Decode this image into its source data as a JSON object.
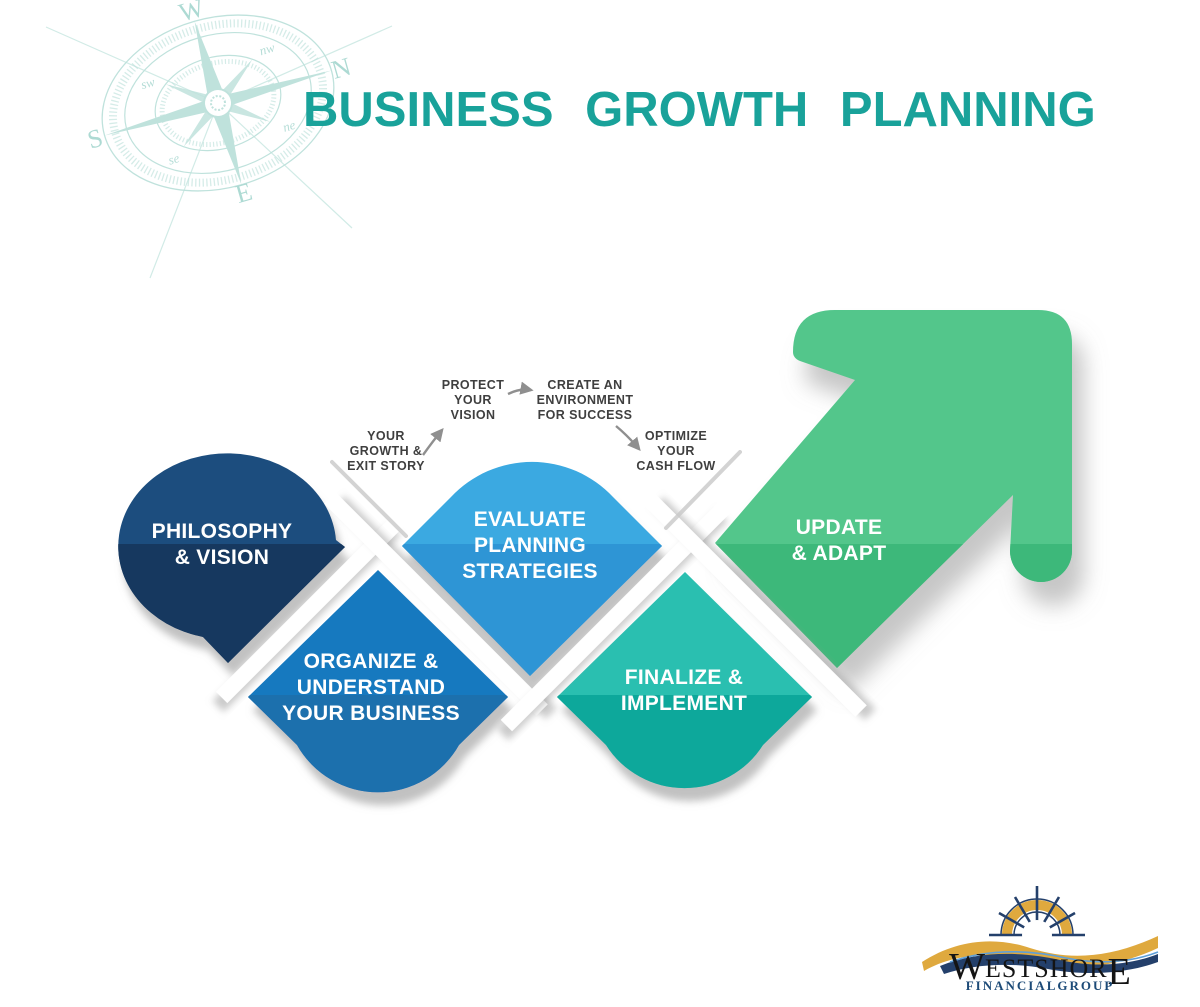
{
  "title": {
    "text": "BUSINESS GROWTH PLANNING",
    "color": "#19A29A"
  },
  "compass": {
    "color": "#B9DFD9",
    "cardinals": [
      "W",
      "S",
      "N",
      "E"
    ],
    "intercardinals": [
      "nw",
      "ne",
      "sw",
      "se"
    ]
  },
  "steps": [
    {
      "name": "philosophy-vision",
      "lines": [
        "PHILOSOPHY",
        "& VISION"
      ],
      "color_top": "#1D4E7E",
      "color_bottom": "#12395F"
    },
    {
      "name": "organize-understand",
      "lines": [
        "ORGANIZE &",
        "UNDERSTAND",
        "YOUR BUSINESS"
      ],
      "color_top": "#1879BF",
      "color_bottom": "#1F6FAD"
    },
    {
      "name": "evaluate-strategies",
      "lines": [
        "EVALUATE",
        "PLANNING",
        "STRATEGIES"
      ],
      "color_top": "#3AA9E1",
      "color_bottom": "#2E95D5"
    },
    {
      "name": "finalize-implement",
      "lines": [
        "FINALIZE &",
        "IMPLEMENT"
      ],
      "color_top": "#2BBFB0",
      "color_bottom": "#11A89B"
    },
    {
      "name": "update-adapt",
      "lines": [
        "UPDATE",
        "& ADAPT"
      ],
      "color_top": "#52C68B",
      "color_bottom": "#3DB87A"
    }
  ],
  "annotations": {
    "color": "#3F3F3F",
    "items": [
      {
        "name": "your-growth-exit-story",
        "lines": [
          "YOUR",
          "GROWTH &",
          "EXIT STORY"
        ]
      },
      {
        "name": "protect-your-vision",
        "lines": [
          "PROTECT",
          "YOUR",
          "VISION"
        ]
      },
      {
        "name": "create-environment",
        "lines": [
          "CREATE AN",
          "ENVIRONMENT",
          "FOR SUCCESS"
        ]
      },
      {
        "name": "optimize-cash-flow",
        "lines": [
          "OPTIMIZE",
          "YOUR",
          "CASH FLOW"
        ]
      }
    ],
    "arrow_color": "#8F8F8F"
  },
  "logo": {
    "company": "WESTSHORE",
    "company_parts": {
      "initial": "W",
      "middle": "ESTSHOR",
      "final": "E"
    },
    "division": "FINANCIALGROUP",
    "wordmark_color": "#141414",
    "division_color": "#1C4A77",
    "gold": "#DFA93E",
    "navy": "#24406B",
    "light_blue": "#5E9FD8"
  }
}
